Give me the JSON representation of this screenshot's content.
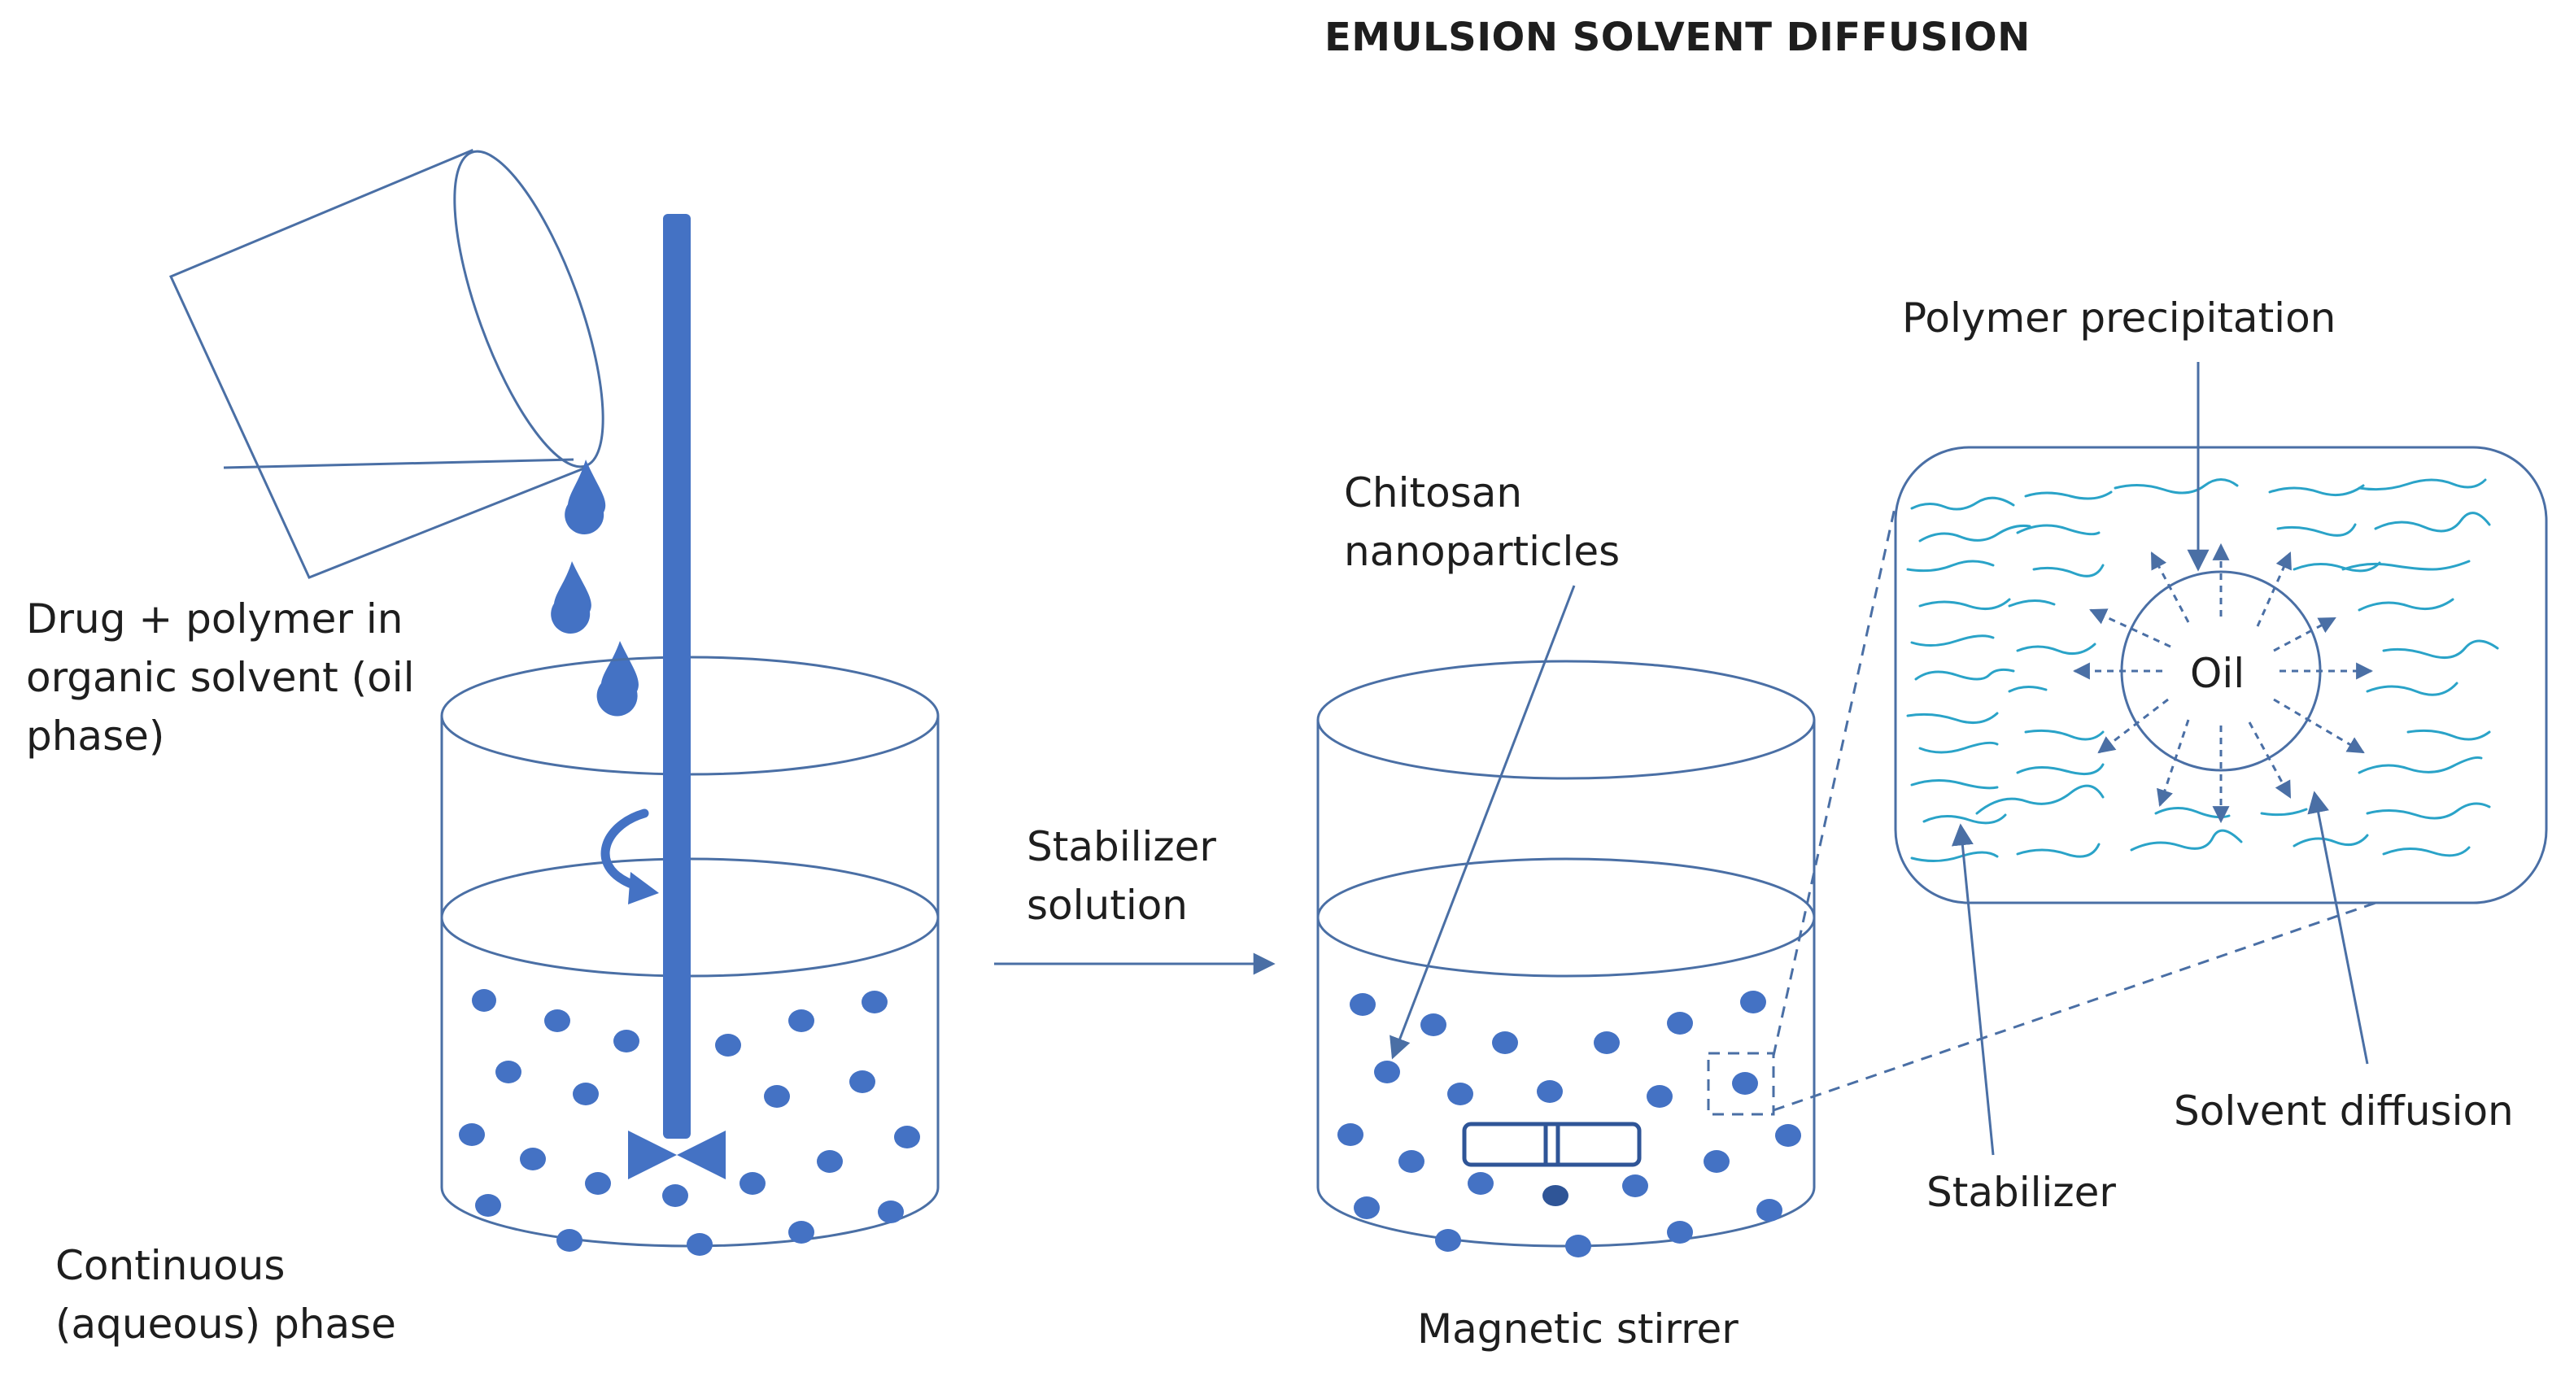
{
  "title": "EMULSION SOLVENT DIFFUSION",
  "labels": {
    "oil_phase_1": "Drug + polymer in",
    "oil_phase_2": "organic solvent (oil",
    "oil_phase_3": "phase)",
    "continuous_1": "Continuous",
    "continuous_2": "(aqueous) phase",
    "stabilizer_solution_1": "Stabilizer",
    "stabilizer_solution_2": "solution",
    "chitosan_1": "Chitosan",
    "chitosan_2": "nanoparticles",
    "magnetic_stirrer": "Magnetic stirrer",
    "polymer_precipitation": "Polymer precipitation",
    "oil": "Oil",
    "solvent_diffusion": "Solvent diffusion",
    "stabilizer": "Stabilizer"
  },
  "colors": {
    "line": "#4a6fa5",
    "particle": "#4472c4",
    "particle_outline": "#2f5597",
    "stabilizer_strand": "#2aa3c8",
    "text": "#1e1e1e"
  },
  "icons": {
    "rotation_arrow": "curved-arrow-icon",
    "stir_rod": "impeller-icon",
    "stir_bar": "magnetic-stir-bar-icon"
  }
}
